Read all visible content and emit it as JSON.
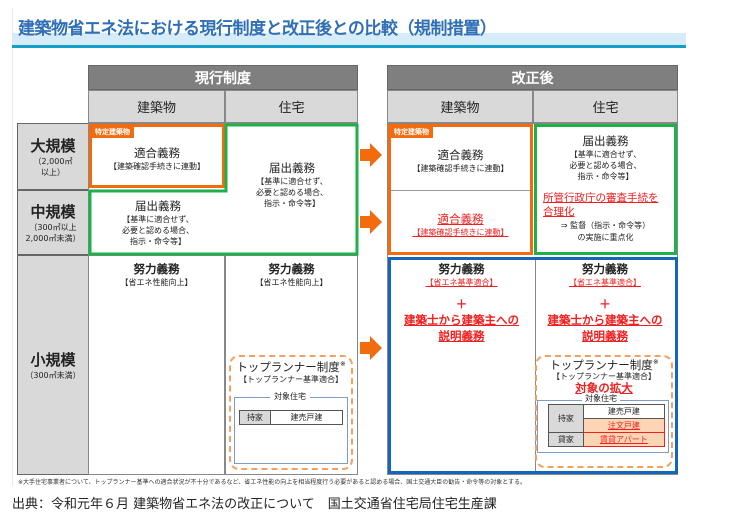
{
  "title": "建築物省エネ法における現行制度と改正後との比較（規制措置）",
  "current": {
    "header": "現行制度",
    "col_building": "建築物",
    "col_housing": "住宅"
  },
  "revised": {
    "header": "改正後",
    "col_building": "建築物",
    "col_housing": "住宅"
  },
  "rows": {
    "large": {
      "label": "大規模",
      "sub1": "（2,000㎡",
      "sub2": "以上）"
    },
    "medium": {
      "label": "中規模",
      "sub1": "（300㎡以上",
      "sub2": "2,000㎡未満）"
    },
    "small": {
      "label": "小規模",
      "sub1": "（300㎡未満）"
    }
  },
  "tag_specific": "特定建築物",
  "conform": {
    "title": "適合義務",
    "detail": "【建築確認手続きに連動】"
  },
  "notify": {
    "title": "届出義務",
    "d1": "【基準に適合せず、",
    "d2": "必要と認める場合、",
    "d3": "指示・命令等】"
  },
  "effort": {
    "title": "努力義務",
    "detail_current": "【省エネ性能向上】",
    "detail_revised": "【省エネ基準適合】"
  },
  "revised_extra": {
    "plus": "＋",
    "explain1": "建築士から建築主への",
    "explain2": "説明義務",
    "rationalize1": "所管行政庁の審査手続を",
    "rationalize2": "合理化",
    "supervise1": "⇒ 監督（指示・命令等）",
    "supervise2": "の実施に重点化"
  },
  "toprunner": {
    "title": "トップランナー制度",
    "mark": "※",
    "detail": "【トップランナー基準適合】",
    "expand": "対象の拡大",
    "target": "対象住宅",
    "own": "持家",
    "rent": "貸家",
    "built_for_sale": "建売戸建",
    "custom": "注文戸建",
    "apartment": "賃貸アパート"
  },
  "footnote": "※大手住宅事業者について、トップランナー基準への適合状況が不十分であるなど、省エネ性能の向上を相当程度行う必要があると認める場合、国土交通大臣の勧告・命令等の対象とする。",
  "source": "出典：令和元年６月 建築物省エネ法の改正について　国土交通省住宅局住宅生産課",
  "colors": {
    "orange": "#f26b0f",
    "green": "#1fb04c",
    "blue": "#1466b8",
    "red": "#f02020"
  }
}
